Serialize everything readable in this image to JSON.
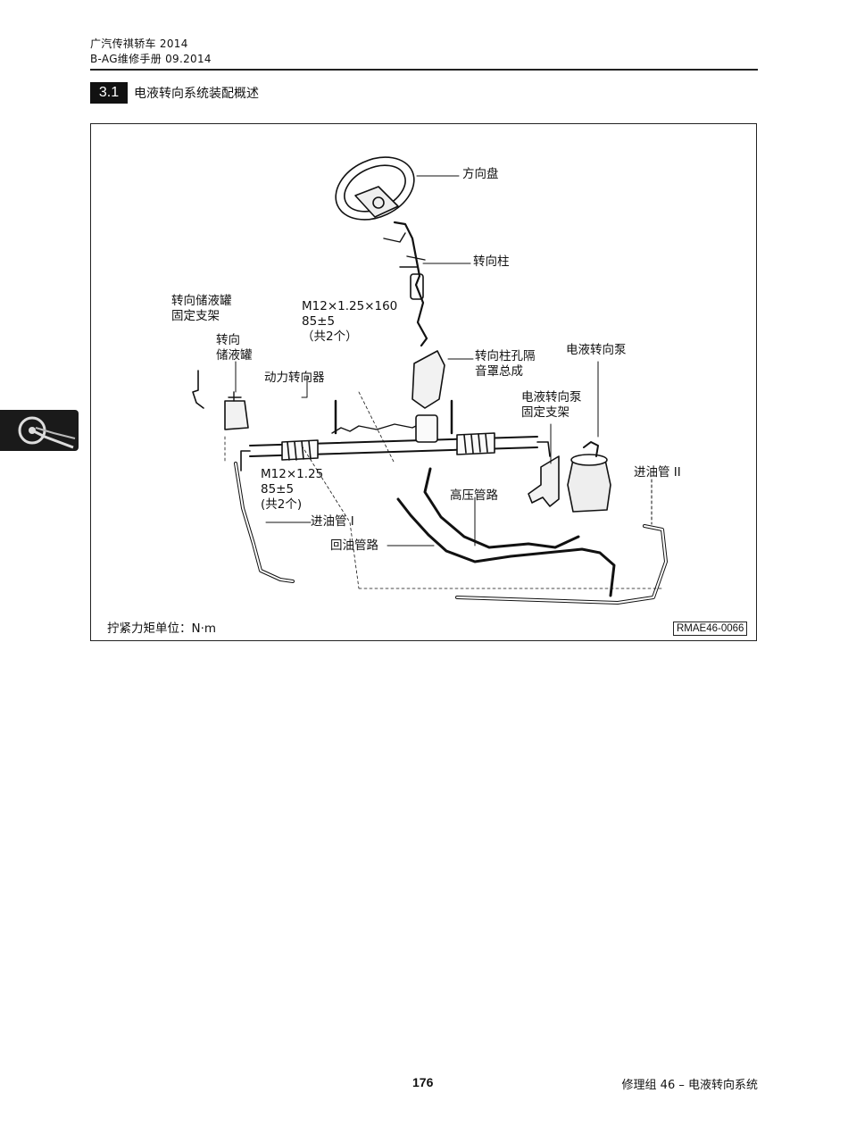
{
  "header": {
    "line1": "广汽传祺轿车 2014",
    "line2": "B-AG维修手册 09.2014"
  },
  "section": {
    "number": "3.1",
    "title": "电液转向系统装配概述"
  },
  "figure": {
    "labels": {
      "steering_wheel": "方向盘",
      "steering_column": "转向柱",
      "reservoir_bracket": "转向储液罐\n固定支架",
      "reservoir": "转向\n储液罐",
      "bolt_spec_1": "M12×1.25×160\n85±5\n（共2个）",
      "steering_gear": "动力转向器",
      "column_hole_insulator": "转向柱孔隔\n音罩总成",
      "pump": "电液转向泵",
      "pump_bracket": "电液转向泵\n固定支架",
      "inlet_pipe_2": "进油管 II",
      "bolt_spec_2": "M12×1.25\n85±5\n(共2个)",
      "high_pressure_line": "高压管路",
      "inlet_pipe_1": "进油管 I",
      "return_line": "回油管路"
    },
    "torque_unit": "拧紧力矩单位：N·m",
    "code": "RMAE46-0066"
  },
  "side_tab": {
    "icon": "steering-wheel-icon"
  },
  "footer": {
    "page_number": "176",
    "title": "修理组 46 – 电液转向系统"
  }
}
